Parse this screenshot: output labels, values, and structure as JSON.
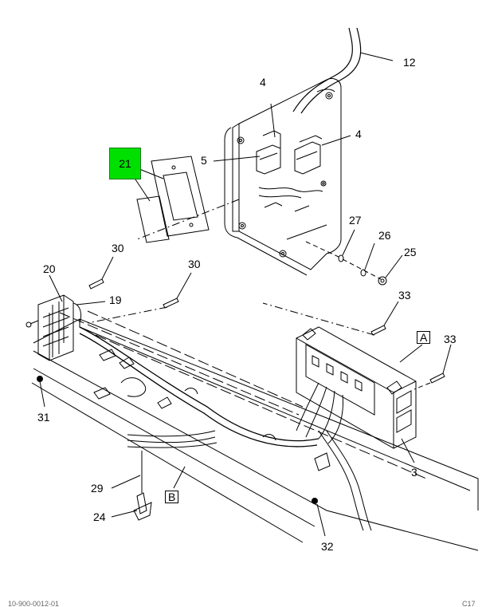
{
  "highlight_color": "#00e000",
  "callouts": {
    "c12": "12",
    "c4a": "4",
    "c4b": "4",
    "c5": "5",
    "c21": "21",
    "c27": "27",
    "c26": "26",
    "c25": "25",
    "c30a": "30",
    "c30b": "30",
    "c20": "20",
    "c19": "19",
    "c33a": "33",
    "c33b": "33",
    "cA": "A",
    "c31": "31",
    "c3": "3",
    "c29": "29",
    "cB": "B",
    "c24": "24",
    "c32": "32"
  },
  "footer": {
    "left": "10-900-0012-01",
    "right": "C17"
  }
}
